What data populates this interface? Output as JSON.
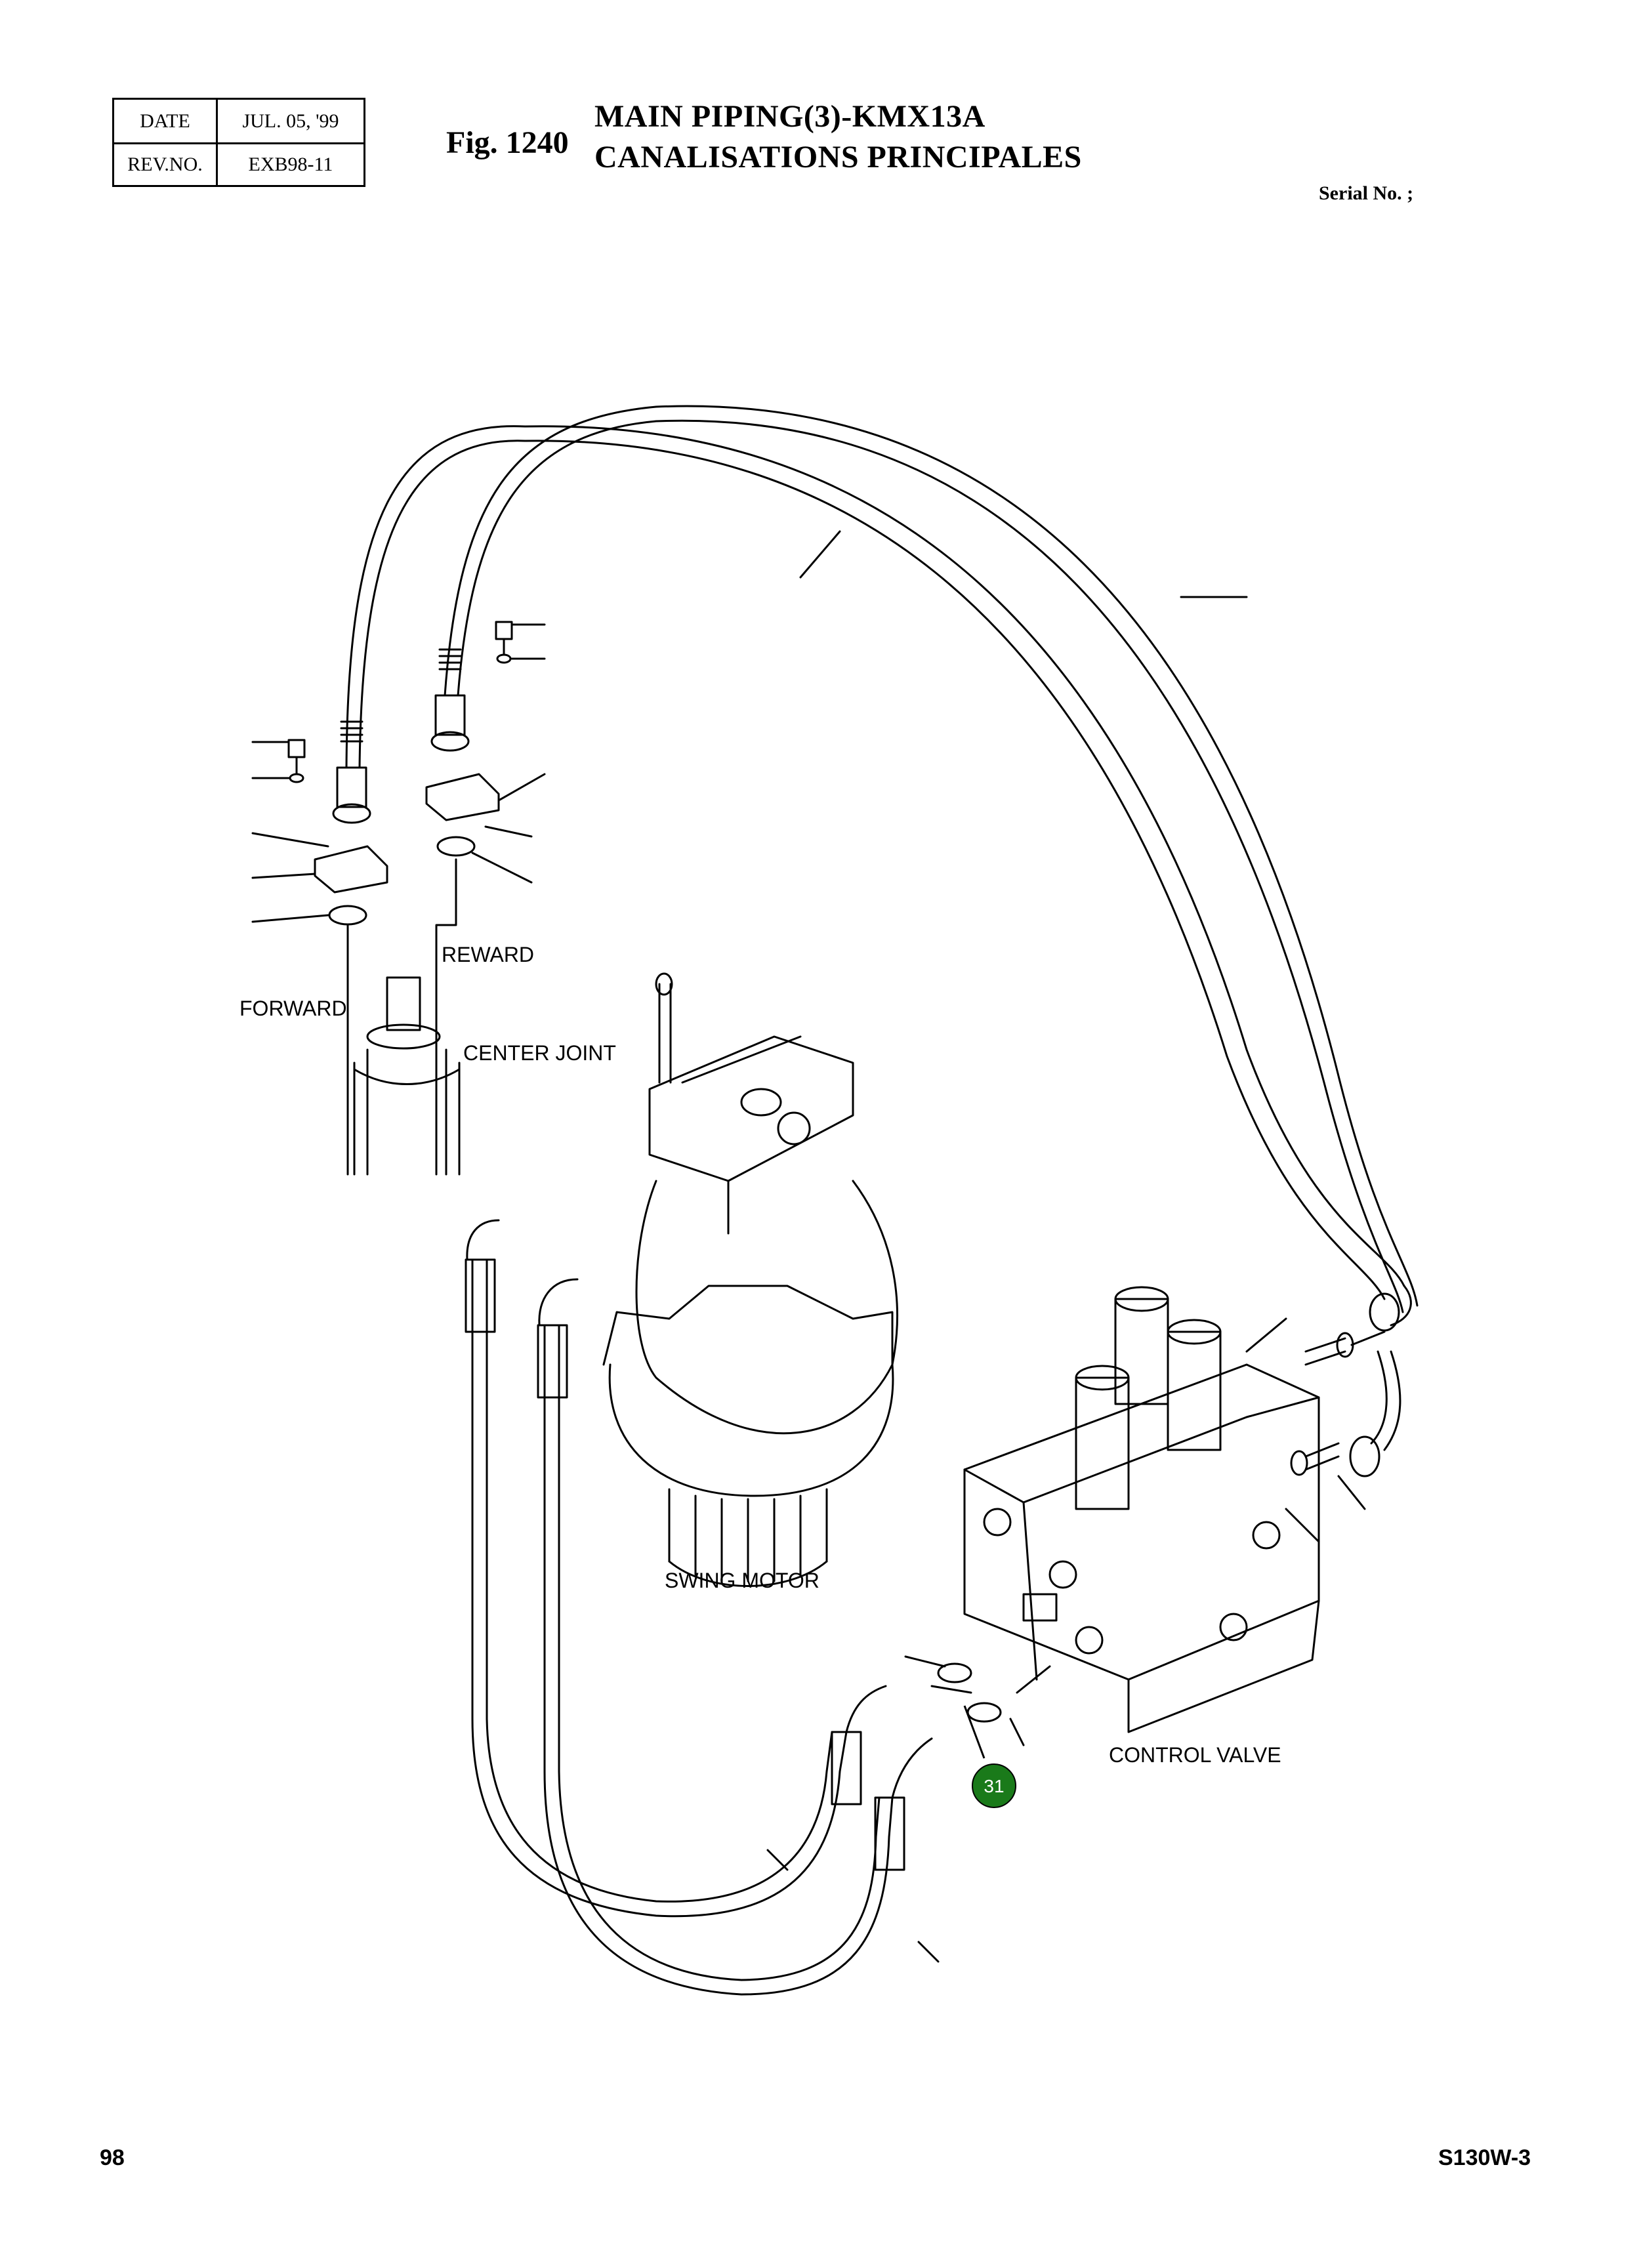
{
  "header": {
    "date_label": "DATE",
    "date_value": "JUL. 05, '99",
    "rev_label": "REV.NO.",
    "rev_value": "EXB98-11",
    "fig_number": "Fig. 1240",
    "title_line1": "MAIN PIPING(3)-KMX13A",
    "title_line2": "CANALISATIONS PRINCIPALES",
    "serial": "Serial No. ;"
  },
  "labels": {
    "reward": "REWARD",
    "forward": "FORWARD",
    "center_joint": "CENTER JOINT",
    "swing_motor": "SWING MOTOR",
    "control_valve": "CONTROL VALVE"
  },
  "callout": {
    "number": "31",
    "color": "#1a7a1a"
  },
  "footer": {
    "page_number": "98",
    "model": "S130W-3"
  }
}
